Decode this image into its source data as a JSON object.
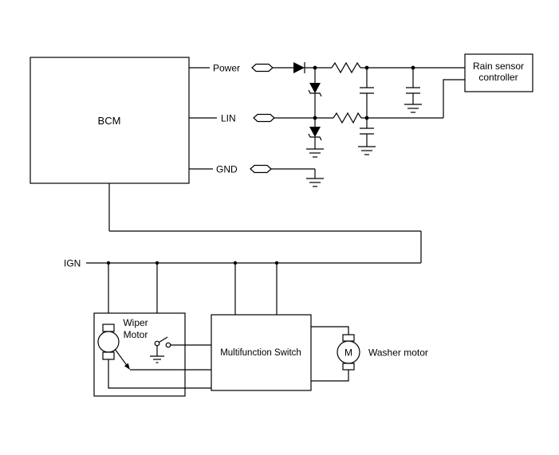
{
  "colors": {
    "background": "#ffffff",
    "line": "#000000",
    "text": "#000000"
  },
  "bcm": {
    "label": "BCM"
  },
  "pins": {
    "power_label": "Power",
    "lin_label": "LIN",
    "gnd_label": "GND"
  },
  "rain_sensor": {
    "line1": "Rain sensor",
    "line2": "controller"
  },
  "ign_label": "IGN",
  "wiper_motor": {
    "label_line1": "Wiper",
    "label_line2": "Motor"
  },
  "multifunction_switch": {
    "label": "Multifunction Switch"
  },
  "washer_motor": {
    "label": "Washer motor",
    "motor_symbol": "M"
  }
}
